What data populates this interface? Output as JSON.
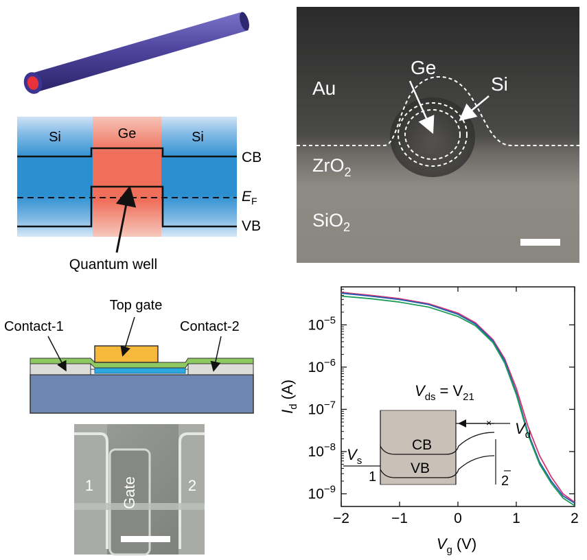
{
  "band_diagram": {
    "left_material": "Si",
    "center_material": "Ge",
    "right_material": "Si",
    "cb_label": "CB",
    "ef_label_main": "E",
    "ef_label_sub": "F",
    "vb_label": "VB",
    "well_label": "Quantum well"
  },
  "tem_image": {
    "au_label": "Au",
    "ge_label": "Ge",
    "si_label": "Si",
    "zro2_main": "ZrO",
    "zro2_sub": "2",
    "sio2_main": "SiO",
    "sio2_sub": "2"
  },
  "device_schematic": {
    "top_gate_label": "Top gate",
    "contact1_label": "Contact-1",
    "contact2_label": "Contact-2"
  },
  "sem_image": {
    "label_1": "1",
    "label_gate": "Gate",
    "label_2": "2"
  },
  "chart_data": {
    "type": "line",
    "xlabel_main": "V",
    "xlabel_sub": "g",
    "xlabel_unit": "(V)",
    "ylabel_main": "I",
    "ylabel_sub": "d",
    "ylabel_unit": "(A)",
    "xlim": [
      -2,
      2
    ],
    "ylim_log10": [
      -9.3,
      -4.1
    ],
    "y_scale": "log",
    "x_ticks": [
      "−2",
      "−1",
      "0",
      "1",
      "2"
    ],
    "y_tick_exponents": [
      "−5",
      "−6",
      "−7",
      "−8",
      "−9"
    ],
    "y_tick_base": "10",
    "series": [
      {
        "color": "#d6336c",
        "x": [
          -2,
          -1.5,
          -1,
          -0.5,
          0,
          0.3,
          0.6,
          0.8,
          1.0,
          1.2,
          1.4,
          1.6,
          1.8,
          2.0
        ],
        "log10y": [
          -4.23,
          -4.3,
          -4.38,
          -4.5,
          -4.72,
          -4.95,
          -5.35,
          -5.8,
          -6.5,
          -7.4,
          -8.1,
          -8.6,
          -9.0,
          -9.2
        ]
      },
      {
        "color": "#1f5fb4",
        "x": [
          -2,
          -1.5,
          -1,
          -0.5,
          0,
          0.3,
          0.6,
          0.8,
          1.0,
          1.2,
          1.4,
          1.6,
          1.8,
          2.0
        ],
        "log10y": [
          -4.25,
          -4.32,
          -4.4,
          -4.52,
          -4.75,
          -4.98,
          -5.38,
          -5.85,
          -6.6,
          -7.55,
          -8.25,
          -8.7,
          -9.05,
          -9.22
        ]
      },
      {
        "color": "#1e9e5a",
        "x": [
          -2,
          -1.5,
          -1,
          -0.5,
          0,
          0.3,
          0.6,
          0.8,
          1.0,
          1.2,
          1.4,
          1.6,
          1.8,
          2.0
        ],
        "log10y": [
          -4.32,
          -4.38,
          -4.46,
          -4.58,
          -4.8,
          -5.02,
          -5.42,
          -5.9,
          -6.65,
          -7.6,
          -8.3,
          -8.75,
          -9.1,
          -9.28
        ]
      }
    ],
    "inset": {
      "vds_main": "V",
      "vds_sub": "ds",
      "vds_eq": "= V",
      "vds_eq_sub": "21",
      "cb_label": "CB",
      "vb_label": "VB",
      "vs_main": "V",
      "vs_sub": "s",
      "vd_main": "V",
      "vd_sub": "d",
      "left_label": "1",
      "right_label": "2"
    }
  }
}
